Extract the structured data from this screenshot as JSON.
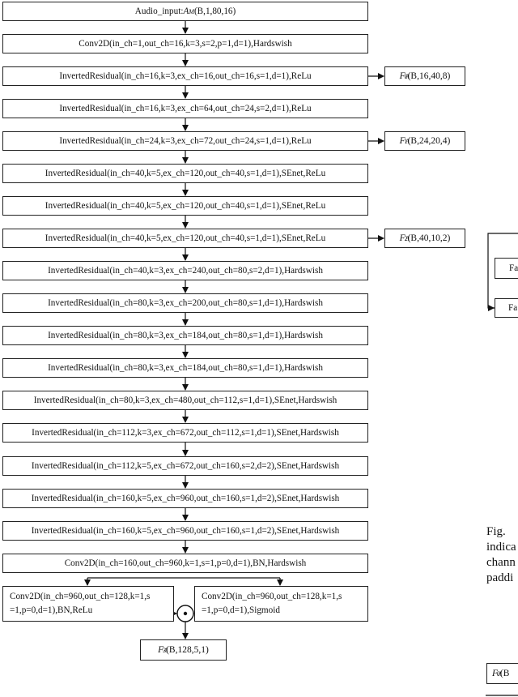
{
  "nodes": {
    "input": "Audio_input:",
    "input_sym": "A",
    "input_sup": "M",
    "input_shape": "(B,1,80,16)",
    "conv_first": "Conv2D(in_ch=1,out_ch=16,k=3,s=2,p=1,d=1),Hardswish",
    "ir": [
      "InvertedResidual(in_ch=16,k=3,ex_ch=16,out_ch=16,s=1,d=1),ReLu",
      "InvertedResidual(in_ch=16,k=3,ex_ch=64,out_ch=24,s=2,d=1),ReLu",
      "InvertedResidual(in_ch=24,k=3,ex_ch=72,out_ch=24,s=1,d=1),ReLu",
      "InvertedResidual(in_ch=40,k=5,ex_ch=120,out_ch=40,s=1,d=1),SEnet,ReLu",
      "InvertedResidual(in_ch=40,k=5,ex_ch=120,out_ch=40,s=1,d=1),SEnet,ReLu",
      "InvertedResidual(in_ch=40,k=5,ex_ch=120,out_ch=40,s=1,d=1),SEnet,ReLu",
      "InvertedResidual(in_ch=40,k=3,ex_ch=240,out_ch=80,s=2,d=1),Hardswish",
      "InvertedResidual(in_ch=80,k=3,ex_ch=200,out_ch=80,s=1,d=1),Hardswish",
      "InvertedResidual(in_ch=80,k=3,ex_ch=184,out_ch=80,s=1,d=1),Hardswish",
      "InvertedResidual(in_ch=80,k=3,ex_ch=184,out_ch=80,s=1,d=1),Hardswish",
      "InvertedResidual(in_ch=80,k=3,ex_ch=480,out_ch=112,s=1,d=1),SEnet,Hardswish",
      "InvertedResidual(in_ch=112,k=3,ex_ch=672,out_ch=112,s=1,d=1),SEnet,Hardswish",
      "InvertedResidual(in_ch=112,k=5,ex_ch=672,out_ch=160,s=2,d=2),SEnet,Hardswish",
      "InvertedResidual(in_ch=160,k=5,ex_ch=960,out_ch=160,s=1,d=2),SEnet,Hardswish",
      "InvertedResidual(in_ch=160,k=5,ex_ch=960,out_ch=160,s=1,d=2),SEnet,Hardswish"
    ],
    "conv_last": "Conv2D(in_ch=160,out_ch=960,k=1,s=1,p=0,d=1),BN,Hardswish",
    "branch_left": "Conv2D(in_ch=960,out_ch=128,k=1,s =1,p=0,d=1),BN,ReLu",
    "branch_right": "Conv2D(in_ch=960,out_ch=128,k=1,s =1,p=0,d=1),Sigmoid",
    "multiply_symbol": "⊙",
    "output_sym": "F",
    "output_sub": "3",
    "output_sup": "A",
    "output_shape": "(B,128,5,1)"
  },
  "side_features": [
    {
      "sym": "F",
      "sub": "0",
      "sup": "A",
      "shape": "(B,16,40,8)"
    },
    {
      "sym": "F",
      "sub": "1",
      "sup": "A",
      "shape": "(B,24,20,4)"
    },
    {
      "sym": "F",
      "sub": "2",
      "sup": "A",
      "shape": "(B,40,10,2)"
    }
  ],
  "cropped_right": {
    "box_a": "Fa",
    "box_b": "Fa",
    "caption_lines": [
      "Fig.",
      "indica",
      "chann",
      "paddi"
    ],
    "bottom_label_sym": "F",
    "bottom_label_sub": "0",
    "bottom_label_sup": "A",
    "bottom_label_text": "(B"
  }
}
